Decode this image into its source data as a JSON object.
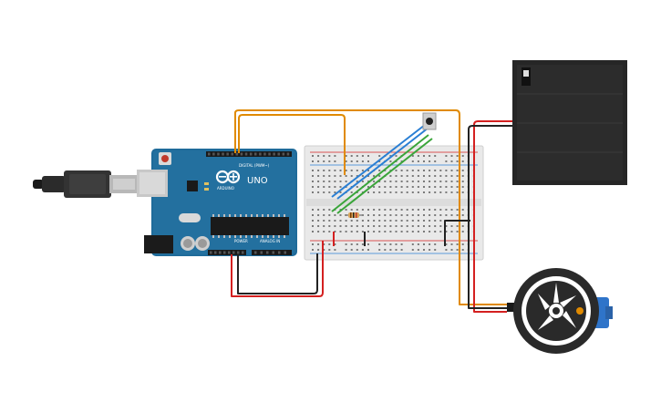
{
  "colors": {
    "board": "#1f6b9a",
    "board_dark": "#17567d",
    "breadboard": "#e9e9e9",
    "battery": "#262626",
    "wire_orange": "#e08a00",
    "wire_red": "#d42020",
    "wire_black": "#222222",
    "wire_blue": "#2a7fd4",
    "wire_green": "#3aa53a",
    "wheel": "#2a2a2a",
    "servo": "#2f74c9"
  },
  "arduino": {
    "logo": "ARDUINO",
    "model": "UNO",
    "digital_label": "DIGITAL (PWM~)",
    "power_label": "POWER",
    "analog_label": "ANALOG IN"
  },
  "icons": {
    "usb": "usb-cable-icon",
    "infinity": "arduino-infinity-logo",
    "servo": "servo-motor-icon"
  }
}
